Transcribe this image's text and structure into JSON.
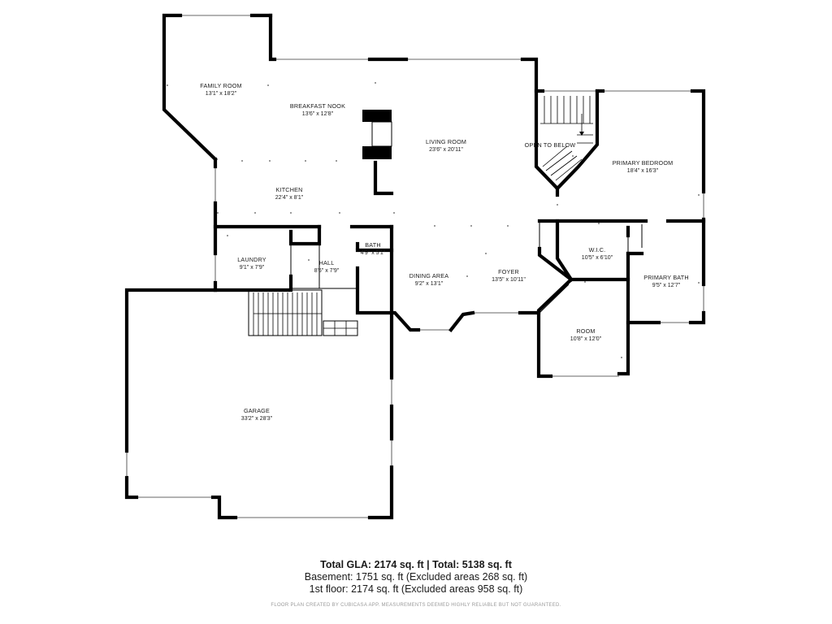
{
  "rooms": [
    {
      "id": "family-room",
      "name": "FAMILY ROOM",
      "dims": "13'1\" x 18'2\""
    },
    {
      "id": "breakfast-nook",
      "name": "BREAKFAST NOOK",
      "dims": "13'6\" x 12'8\""
    },
    {
      "id": "living-room",
      "name": "LIVING ROOM",
      "dims": "23'6\" x 20'11\""
    },
    {
      "id": "open-to-below",
      "name": "OPEN TO BELOW",
      "dims": ""
    },
    {
      "id": "primary-bedroom",
      "name": "PRIMARY BEDROOM",
      "dims": "18'4\" x 16'3\""
    },
    {
      "id": "kitchen",
      "name": "KITCHEN",
      "dims": "22'4\" x 8'1\""
    },
    {
      "id": "laundry",
      "name": "LAUNDRY",
      "dims": "9'1\" x 7'9\""
    },
    {
      "id": "hall",
      "name": "HALL",
      "dims": "8'6\" x 7'9\""
    },
    {
      "id": "bath",
      "name": "BATH",
      "dims": "4'9\" x 5'1\""
    },
    {
      "id": "dining-area",
      "name": "DINING AREA",
      "dims": "9'2\" x 13'1\""
    },
    {
      "id": "foyer",
      "name": "FOYER",
      "dims": "13'5\" x 10'11\""
    },
    {
      "id": "wic",
      "name": "W.I.C.",
      "dims": "10'5\" x 6'10\""
    },
    {
      "id": "primary-bath",
      "name": "PRIMARY BATH",
      "dims": "9'5\" x 12'7\""
    },
    {
      "id": "room",
      "name": "ROOM",
      "dims": "10'8\" x 12'0\""
    },
    {
      "id": "garage",
      "name": "GARAGE",
      "dims": "33'2\" x 28'3\""
    }
  ],
  "footer": {
    "summary": "Total GLA: 2174 sq. ft | Total: 5138 sq. ft",
    "basement": "Basement: 1751 sq. ft (Excluded areas 268 sq. ft)",
    "first_floor": "1st floor: 2174 sq. ft (Excluded areas 958 sq. ft)",
    "disclaimer": "FLOOR PLAN CREATED BY CUBICASA APP. MEASUREMENTS DEEMED HIGHLY RELIABLE BUT NOT GUARANTEED."
  }
}
